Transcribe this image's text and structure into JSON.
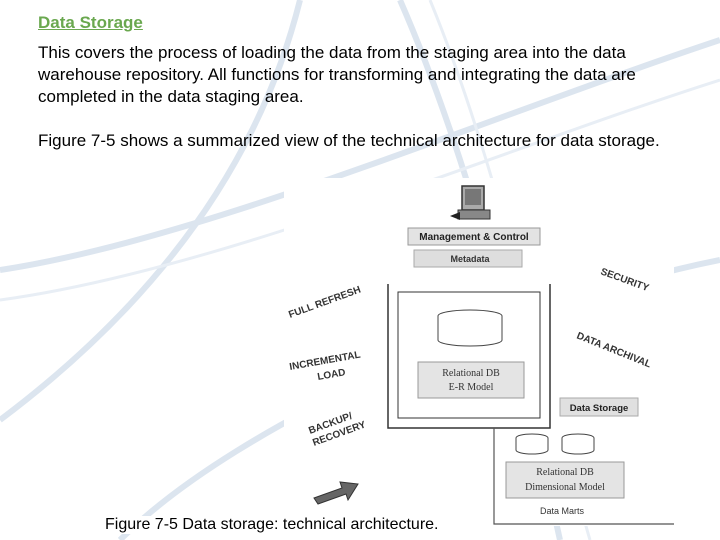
{
  "slide": {
    "title": "Data Storage",
    "paragraph1": "This covers the process of loading the data from the staging area into the data warehouse repository. All functions for transforming and integrating the data are completed in the data staging area.",
    "paragraph2": "Figure 7-5 shows a summarized view of the technical architecture for data storage.",
    "caption": "Figure 7-5 Data storage: technical architecture."
  },
  "figure": {
    "management_control": "Management & Control",
    "metadata": "Metadata",
    "full_refresh": "FULL REFRESH",
    "incremental": "INCREMENTAL",
    "load": "LOAD",
    "backup": "BACKUP/",
    "recovery": "RECOVERY",
    "security": "SECURITY",
    "data_archival": "DATA ARCHIVAL",
    "relational_db_1": "Relational DB",
    "er_model": "E-R Model",
    "data_storage": "Data Storage",
    "relational_db_2": "Relational DB",
    "dimensional_model": "Dimensional Model",
    "data_marts": "Data Marts"
  },
  "colors": {
    "title_green": "#6aa84f",
    "swoosh": "#dbe4ee"
  }
}
